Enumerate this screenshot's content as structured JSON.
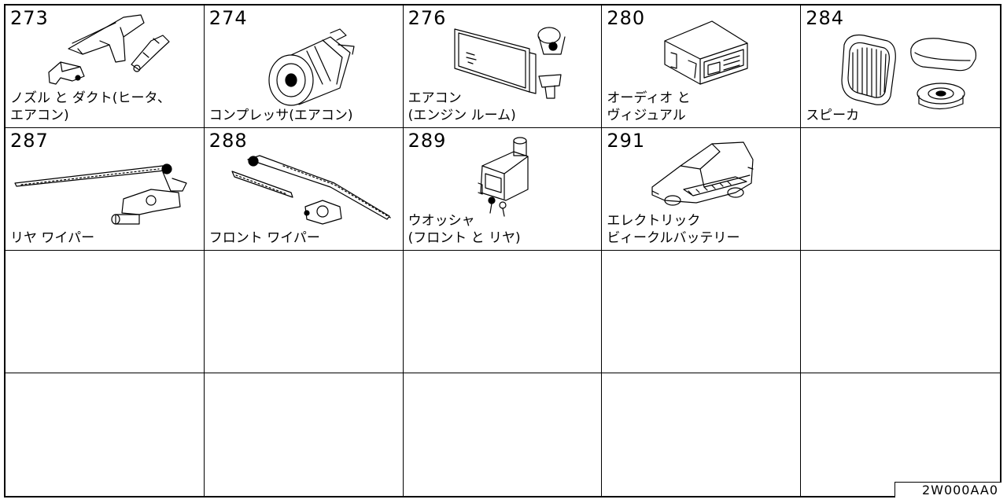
{
  "parts": [
    {
      "code": "273",
      "label": "ノズル と ダクト(ヒータ、\nエアコン)",
      "icon": "duct-icon"
    },
    {
      "code": "274",
      "label": "コンプレッサ(エアコン)",
      "icon": "compressor-icon"
    },
    {
      "code": "276",
      "label": "エアコン\n(エンジン ルーム)",
      "icon": "condenser-icon"
    },
    {
      "code": "280",
      "label": "オーディオ と\nヴィジュアル",
      "icon": "audio-unit-icon"
    },
    {
      "code": "284",
      "label": "スピーカ",
      "icon": "speaker-icon"
    },
    {
      "code": "287",
      "label": "リヤ ワイパー",
      "icon": "rear-wiper-icon"
    },
    {
      "code": "288",
      "label": "フロント ワイパー",
      "icon": "front-wiper-icon"
    },
    {
      "code": "289",
      "label": "ウオッシャ\n(フロント と リヤ)",
      "icon": "washer-tank-icon"
    },
    {
      "code": "291",
      "label": "エレクトリック\nビィークルバッテリー",
      "icon": "ev-battery-car-icon"
    }
  ],
  "drawing_id": "2W000AA0"
}
